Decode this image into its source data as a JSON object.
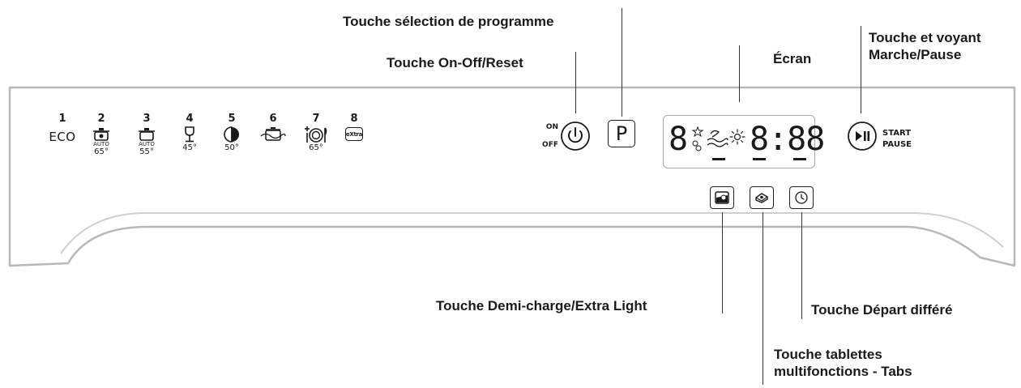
{
  "callouts": {
    "program_select": "Touche sélection de programme",
    "onoff": "Touche On-Off/Reset",
    "screen": "Écran",
    "start_pause_l1": "Touche et voyant",
    "start_pause_l2": "Marche/Pause",
    "half_load": "Touche Demi-charge/Extra Light",
    "delay": "Touche Départ différé",
    "tabs_l1": "Touche tablettes",
    "tabs_l2": "multifonctions - Tabs"
  },
  "programs": [
    {
      "num": "1",
      "label": "ECO",
      "temp": "",
      "icon": "none"
    },
    {
      "num": "2",
      "label": "AUTO",
      "temp": "65°",
      "icon": "pot-auto-icon"
    },
    {
      "num": "3",
      "label": "AUTO",
      "temp": "55°",
      "icon": "pot-auto-icon"
    },
    {
      "num": "4",
      "label": "",
      "temp": "45°",
      "icon": "wine-glass-icon"
    },
    {
      "num": "5",
      "label": "",
      "temp": "50°",
      "icon": "half-circle-quick-icon"
    },
    {
      "num": "6",
      "label": "",
      "temp": "",
      "icon": "pot-soak-icon"
    },
    {
      "num": "7",
      "label": "",
      "temp": "65°",
      "icon": "plate-cutlery-icon"
    },
    {
      "num": "8",
      "label": "eXtra",
      "temp": "",
      "icon": "extra-icon"
    }
  ],
  "controls": {
    "on_label": "ON",
    "off_label": "OFF",
    "p_label": "P",
    "start_label": "START",
    "pause_label": "PAUSE"
  },
  "display": {
    "left_digit": "8",
    "time": "8:88"
  },
  "colors": {
    "panel_stroke": "#b8b8b8",
    "ink": "#1a1a1a"
  }
}
